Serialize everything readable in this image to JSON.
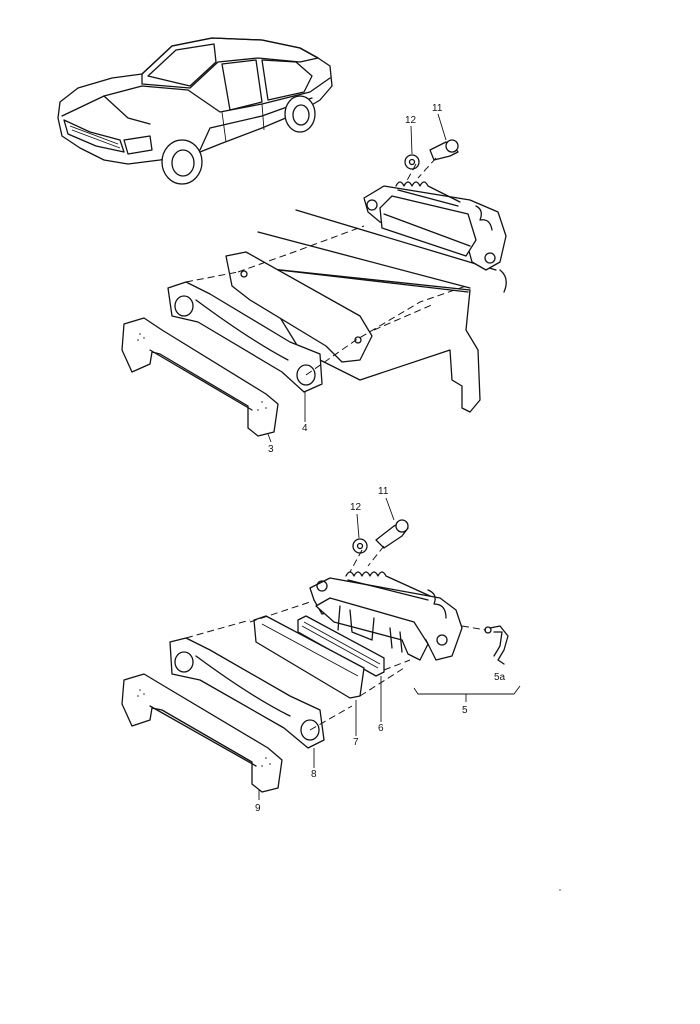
{
  "callouts": {
    "top": {
      "c11": "11",
      "c12": "12",
      "c3": "3",
      "c4": "4"
    },
    "bottom": {
      "c11": "11",
      "c12": "12",
      "c5": "5",
      "c5a": "5a",
      "c6": "6",
      "c7": "7",
      "c8": "8",
      "c9": "9"
    }
  }
}
